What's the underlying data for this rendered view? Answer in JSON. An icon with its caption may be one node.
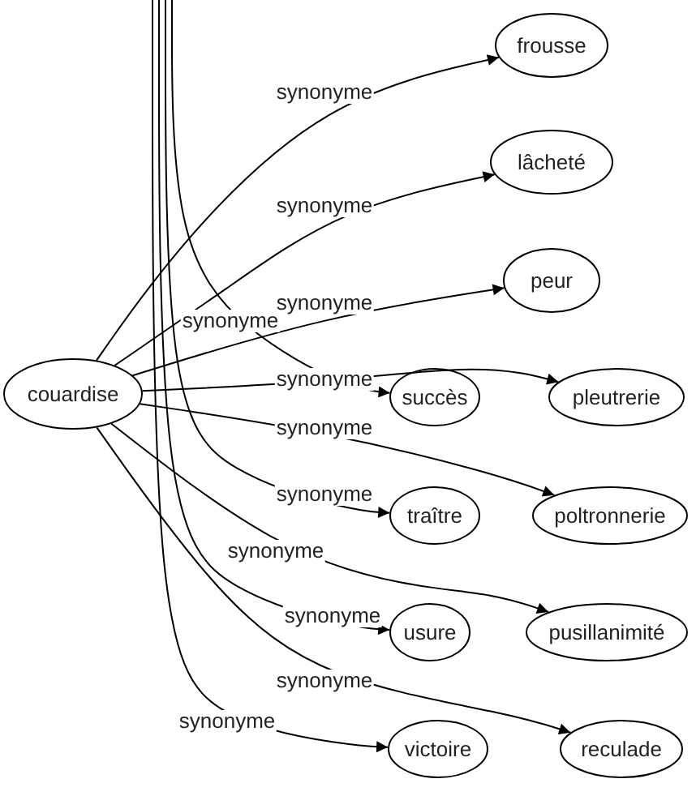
{
  "diagram": {
    "nodes": [
      {
        "text": [
          "couardise"
        ]
      },
      {
        "text": [
          "frousse"
        ]
      },
      {
        "text": [
          "lâcheté"
        ]
      },
      {
        "text": [
          "peur"
        ]
      },
      {
        "text": [
          "succès"
        ]
      },
      {
        "text": [
          "pleutrerie"
        ]
      },
      {
        "text": [
          "traître"
        ]
      },
      {
        "text": [
          "poltronnerie"
        ]
      },
      {
        "text": [
          "usure"
        ]
      },
      {
        "text": [
          "pusillanimité"
        ]
      },
      {
        "text": [
          "victoire"
        ]
      },
      {
        "text": [
          "reculade"
        ]
      }
    ],
    "edges": [
      {
        "from": 0,
        "to": 1,
        "arrow": "to",
        "label": "synonyme"
      },
      {
        "from": 0,
        "to": 2,
        "arrow": "to",
        "label": "synonyme"
      },
      {
        "from": 0,
        "to": 3,
        "arrow": "to",
        "label": "synonyme"
      },
      {
        "from": 0,
        "to": 5,
        "arrow": "to",
        "label": "synonyme"
      },
      {
        "from": 0,
        "to": 7,
        "arrow": "to",
        "label": "synonyme"
      },
      {
        "from": 0,
        "to": 9,
        "arrow": "to",
        "label": "synonyme"
      },
      {
        "from": 0,
        "to": 11,
        "arrow": "to",
        "label": "synonyme"
      },
      {
        "from": null,
        "to": 4,
        "arrow": "to",
        "label": "synonyme"
      },
      {
        "from": null,
        "to": 6,
        "arrow": "to",
        "label": "synonyme"
      },
      {
        "from": null,
        "to": 8,
        "arrow": "to",
        "label": "synonyme"
      },
      {
        "from": null,
        "to": 10,
        "arrow": "to",
        "label": "synonyme"
      }
    ]
  }
}
